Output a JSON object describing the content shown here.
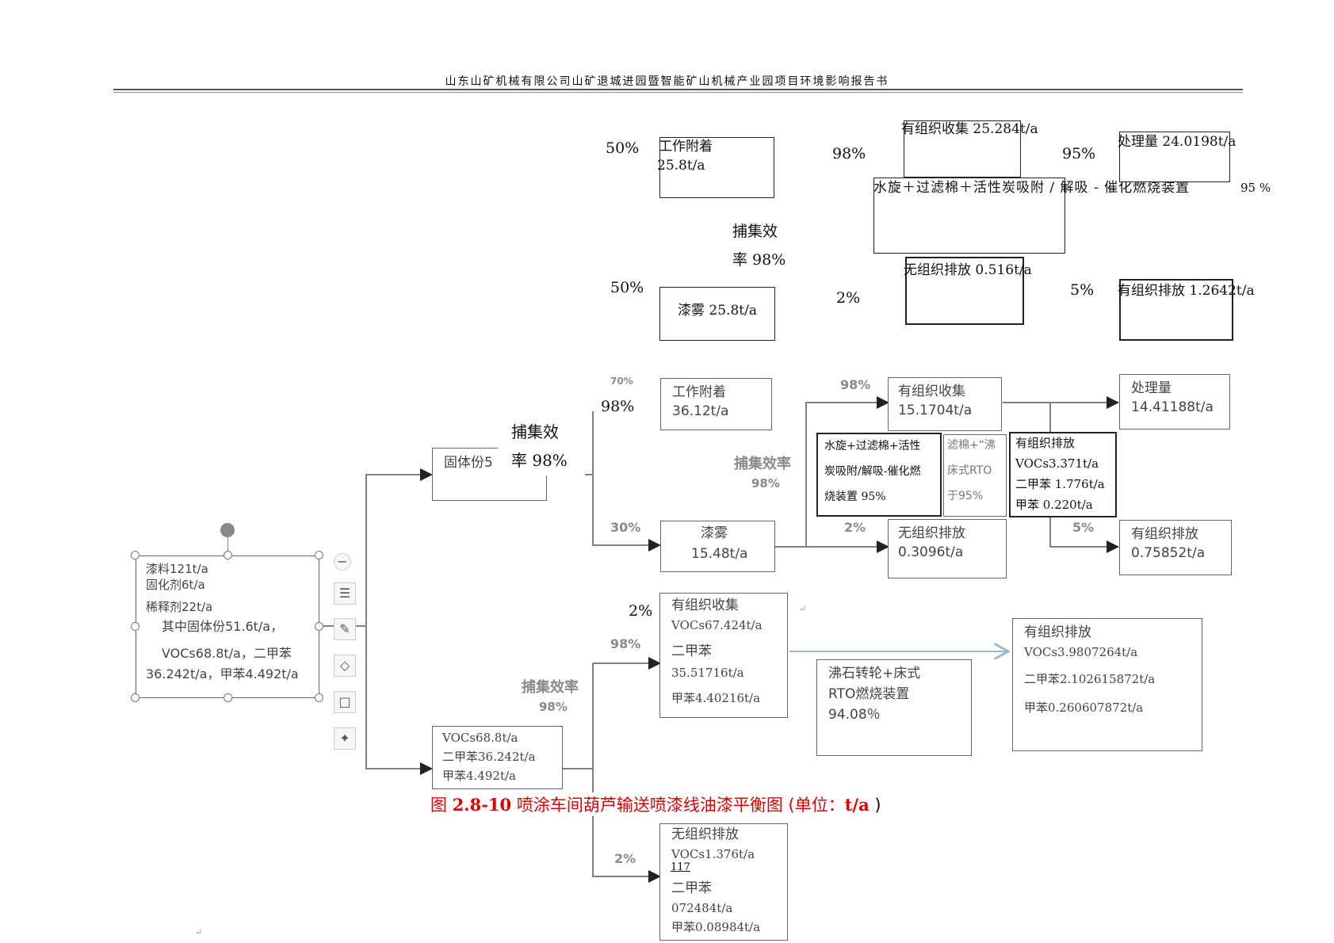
{
  "header": {
    "title": "山东山矿机械有限公司山矿退城进园暨智能矿山机械产业园项目环境影响报告书"
  },
  "top_diagram": {
    "split_top_pct": "50%",
    "split_bottom_pct": "50%",
    "work_attach": {
      "label": "工作附着",
      "value": "25.8t/a"
    },
    "paint_mist": {
      "label": "漆雾 25.8t/a"
    },
    "capture_rate_line1": "捕集效",
    "capture_rate_line2": "率 98%",
    "collect_pct": "98%",
    "fugitive_pct": "2%",
    "organized_collect": "有组织收集 25.284t/a",
    "treatment_device": "水旋＋过滤棉＋活性炭吸附 / 解吸 - 催化燃烧装置",
    "treatment_eff": "95 %",
    "fugitive": "无组织排放 0.516t/a",
    "treat_pct": "95%",
    "emit_pct": "5%",
    "treated": "处理量 24.0198t/a",
    "organized_emit": "有组织排放 1.2642t/a"
  },
  "source_box": {
    "lines": [
      "漆料121t/a",
      "固化剂6t/a",
      "稀释剂22t/a",
      "其中固体份51.6t/a，",
      "VOCs68.8t/a，二甲苯",
      "36.242t/a，甲苯4.492t/a"
    ]
  },
  "solid_branch": {
    "solid_box": "固体份5",
    "capture_line1": "捕集效",
    "capture_line2": "率 98%",
    "faded_pct": "70%",
    "work_pct": "98%",
    "mist_pct": "30%",
    "work_attach": {
      "label": "工作附着",
      "value": "36.12t/a"
    },
    "paint_mist": {
      "label": "漆雾",
      "value": "15.48t/a"
    },
    "faded_capture_line1": "捕集效率",
    "faded_capture_line2": "98%",
    "collect_pct": "98%",
    "fugitive_pct": "2%",
    "organized_collect": {
      "label": "有组织收集",
      "value": "15.1704t/a"
    },
    "fugitive": {
      "label": "无组织排放",
      "value": "0.3096t/a"
    },
    "device_overlay": [
      "水旋+过滤棉+活性",
      "炭吸附/解吸-催化燃",
      "烧装置 95%"
    ],
    "device_under": [
      "滤棉+“沸",
      "床式RTO",
      "于95%"
    ],
    "organized_emit_overlay": {
      "title": "有组织排放",
      "lines": [
        "VOCs3.371t/a",
        "二甲苯 1.776t/a",
        "甲苯 0.220t/a"
      ]
    },
    "treated": {
      "label": "处理量",
      "value": "14.41188t/a"
    },
    "emit_pct": "5%",
    "organized_emit": {
      "label": "有组织排放",
      "value": "0.75852t/a"
    }
  },
  "voc_branch": {
    "voc_box": [
      "VOCs68.8t/a",
      "二甲苯36.242t/a",
      "甲苯4.492t/a"
    ],
    "capture_line1": "捕集效率",
    "capture_line2": "98%",
    "collect_pct": "98%",
    "overlay_pct": "2%",
    "fugitive_pct": "2%",
    "organized_collect": {
      "title": "有组织收集",
      "lines": [
        "VOCs67.424t/a",
        "二甲苯",
        "35.51716t/a",
        "甲苯4.40216t/a"
      ]
    },
    "device": [
      "沸石转轮+床式",
      "RTO燃烧装置",
      "94.08％"
    ],
    "organized_emit": {
      "title": "有组织排放",
      "lines": [
        "VOCs3.9807264t/a",
        "二甲苯2.102615872t/a",
        "甲苯0.260607872t/a"
      ]
    },
    "fugitive": {
      "title": "无组织排放",
      "lines": [
        "VOCs1.376t/a",
        "二甲苯",
        "072484t/a",
        "甲苯0.08984t/a"
      ]
    }
  },
  "page_number": "117",
  "caption": {
    "prefix": "图 ",
    "number": "2.8-10",
    "text": " 喷涂车间葫芦输送喷漆线油漆平衡图 (单位：",
    "unit": "t/a",
    "suffix": " )"
  },
  "colors": {
    "caption": "#e00000",
    "arrow_blue": "#9fb8cc",
    "gray_line": "#808080"
  }
}
